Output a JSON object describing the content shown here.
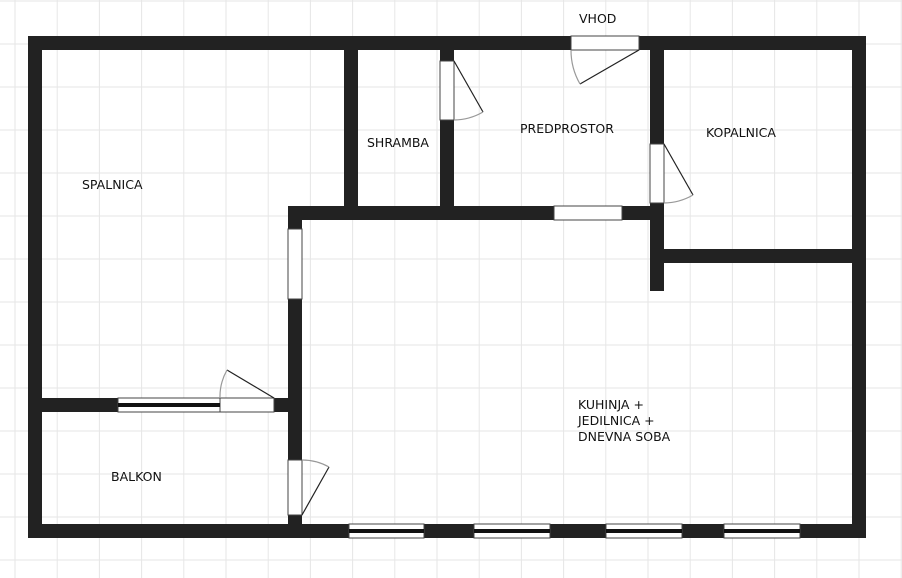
{
  "plan": {
    "entrance_label": "VHOD",
    "rooms": [
      {
        "id": "spalnica",
        "label": "SPALNICA"
      },
      {
        "id": "shramba",
        "label": "SHRAMBA"
      },
      {
        "id": "predprostor",
        "label": "PREDPROSTOR"
      },
      {
        "id": "kopalnica",
        "label": "KOPALNICA"
      },
      {
        "id": "kuhinja",
        "label": "KUHINJA +\nJEDILNICA +\nDNEVNA SOBA"
      },
      {
        "id": "balkon",
        "label": "BALKON"
      }
    ],
    "colors": {
      "wall": "#222222",
      "grid": "#e6e6e6",
      "background": "#ffffff"
    }
  }
}
